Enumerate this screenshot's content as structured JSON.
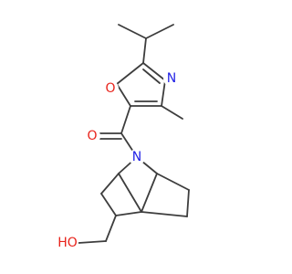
{
  "diagram": {
    "type": "chemical-structure",
    "colors": {
      "bond": "#3d3d3d",
      "oxygen": "#e8231b",
      "nitrogen": "#2222e6",
      "background": "#ffffff"
    },
    "atoms": {
      "carbonyl_oxygen": {
        "label": "O",
        "element": "O"
      },
      "ring_oxygen": {
        "label": "O",
        "element": "O"
      },
      "ring_nitrogen": {
        "label": "N",
        "element": "N"
      },
      "bridge_nitrogen": {
        "label": "N",
        "element": "N"
      },
      "hydroxyl": {
        "label": "HO",
        "element": "O"
      }
    }
  }
}
